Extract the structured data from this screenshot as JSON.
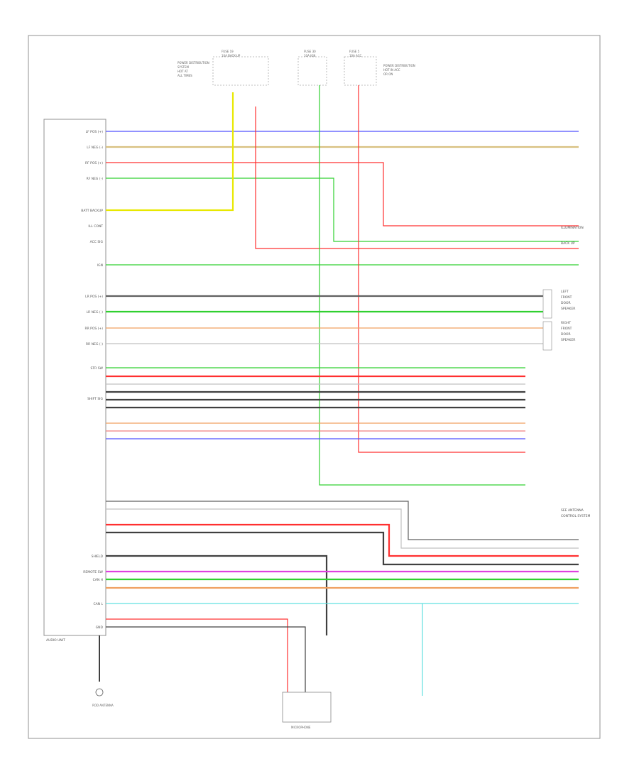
{
  "diagram": {
    "footer_code": "",
    "audio_unit_label": "AUDIO UNIT",
    "antenna_label": "ROD ANTENNA",
    "mic_label": "MICROPHONE",
    "bottom_ref_label": "",
    "fuses": [
      {
        "id": "fuse-a",
        "lines": [
          "FUSE 19",
          "10A BACK-UP"
        ],
        "note_lines": [
          "POWER DISTRIBUTION",
          "SYSTEM",
          "HOT AT",
          "ALL TIMES"
        ]
      },
      {
        "id": "fuse-b",
        "lines": [
          "FUSE 30",
          "10A IGN"
        ],
        "note_lines": []
      },
      {
        "id": "fuse-c",
        "lines": [
          "FUSE 5",
          "10A ACC"
        ],
        "note_lines": [
          "POWER DISTRIBUTION",
          "HOT IN ACC",
          "OR ON"
        ]
      }
    ],
    "left_pins": [
      {
        "label": "LF POS (+)"
      },
      {
        "label": "LF NEG (-)"
      },
      {
        "label": "RF POS (+)"
      },
      {
        "label": "RF NEG (-)"
      },
      {
        "label": "BATT BACKUP"
      },
      {
        "label": "ILL CONT"
      },
      {
        "label": "ACC SIG"
      },
      {
        "label": "IGN"
      },
      {
        "label": "LR POS (+)"
      },
      {
        "label": "LR NEG (-)"
      },
      {
        "label": "RR POS (+)"
      },
      {
        "label": "RR NEG (-)"
      },
      {
        "label": "STR SW"
      },
      {
        "label": "SHIFT SIG"
      },
      {
        "label": "SHIELD"
      },
      {
        "label": "REMOTE SW"
      },
      {
        "label": "CAN H"
      },
      {
        "label": "CAN L"
      },
      {
        "label": "GND"
      }
    ],
    "right_labels": [
      {
        "text": "LEFT"
      },
      {
        "text": "FRONT"
      },
      {
        "text": "DOOR"
      },
      {
        "text": "SPEAKER"
      },
      {
        "text": "RIGHT"
      },
      {
        "text": "FRONT"
      },
      {
        "text": "DOOR"
      },
      {
        "text": "SPEAKER"
      },
      {
        "text": "ILLUMINATION"
      },
      {
        "text": "BACK UP"
      },
      {
        "text": "SEE ANTENNA"
      },
      {
        "text": "CONTROL SYSTEM"
      }
    ],
    "colors": {
      "blue": "#5050ff",
      "tan": "#c8b070",
      "red": "#ff3030",
      "green": "#30d030",
      "yellow": "#e8e800",
      "gray": "#808080",
      "dark": "#404040",
      "orange": "#f0a060",
      "pink": "#f08080",
      "magenta": "#e040e0",
      "cyan": "#60e0e0",
      "frame": "#909090"
    }
  }
}
